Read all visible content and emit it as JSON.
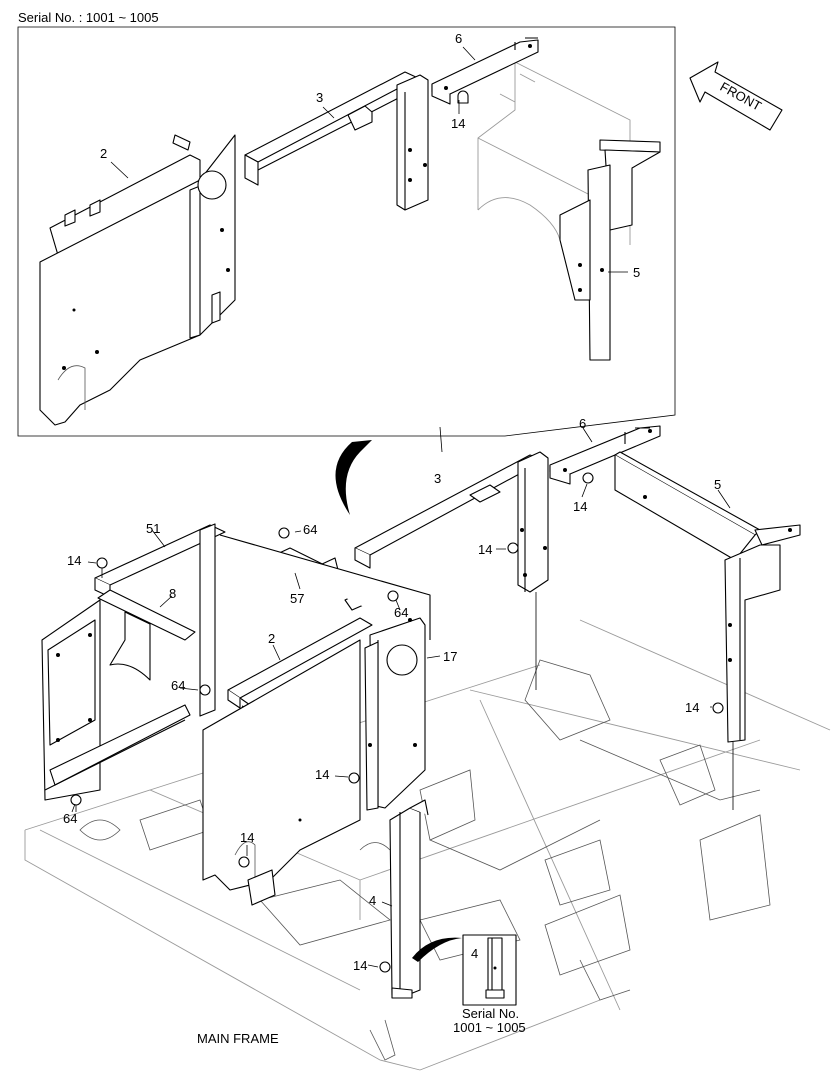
{
  "serial_top": "Serial No. : 1001 ~ 1005",
  "front_label": "FRONT",
  "main_frame_label": "MAIN FRAME",
  "inset": {
    "part": "4",
    "serial_line1": "Serial No.",
    "serial_line2": "1001 ~ 1005"
  },
  "callouts_top": {
    "c2": "2",
    "c3": "3",
    "c6": "6",
    "c14": "14",
    "c5": "5"
  },
  "callouts_main": {
    "c3": "3",
    "c6": "6",
    "c14a": "14",
    "c5": "5",
    "c14b": "14",
    "c51": "51",
    "c14c": "14",
    "c64a": "64",
    "c8": "8",
    "c57": "57",
    "c64b": "64",
    "c2": "2",
    "c17": "17",
    "c64c": "64",
    "c14d": "14",
    "c14e": "14",
    "c64d": "64",
    "c14f": "14",
    "c4": "4",
    "c14g": "14"
  }
}
